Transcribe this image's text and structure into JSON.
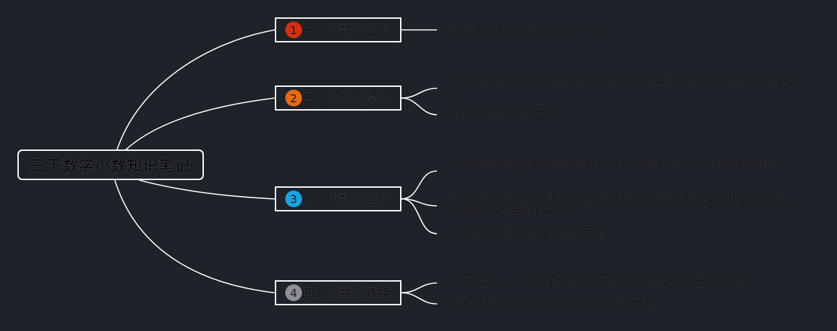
{
  "title": "三下数学小数知识笔记",
  "colors": {
    "background": "#1e2229",
    "lines": "#ffffff",
    "badge1": "#d62e0f",
    "badge2": "#e86a12",
    "badge3": "#1aa3e0",
    "badge4": "#8e9092"
  },
  "branches": [
    {
      "number": "1",
      "label": "一、小数的定义",
      "icon": "number-1-badge-icon",
      "notes": [
        "小数是由整数和分数结合而成的一种数"
      ]
    },
    {
      "number": "2",
      "label": "二、小数的读法",
      "icon": "number-2-badge-icon",
      "notes": [
        "小数以小数点为分界，分为整数部分和小数部分。整数部分读法不变，小数部分读作分数。",
        "例如：0.25读作“零点二五”。"
      ]
    },
    {
      "number": "3",
      "label": "三、小数的运算",
      "icon": "number-3-badge-icon",
      "notes": [
        "小数的加减运算和整数的加减运算类似，将小数按照小数点对齐，逐位相加或相减。",
        "小数的乘法可以先忽略小数点，按照整数相乘的方法得到结果后，再从结果的右边起，从小数点处开始左移相应位数。",
        "小数的除法可以转化为分数的除法求解。"
      ]
    },
    {
      "number": "4",
      "label": "四、小数的转换",
      "icon": "number-4-badge-icon",
      "notes": [
        "小数可以转化为分数，将小数部分的数字除以10的位数，分母为10的位数。",
        "例如：0.25可以转化为25/100，进一步化简为1/4。"
      ]
    }
  ]
}
